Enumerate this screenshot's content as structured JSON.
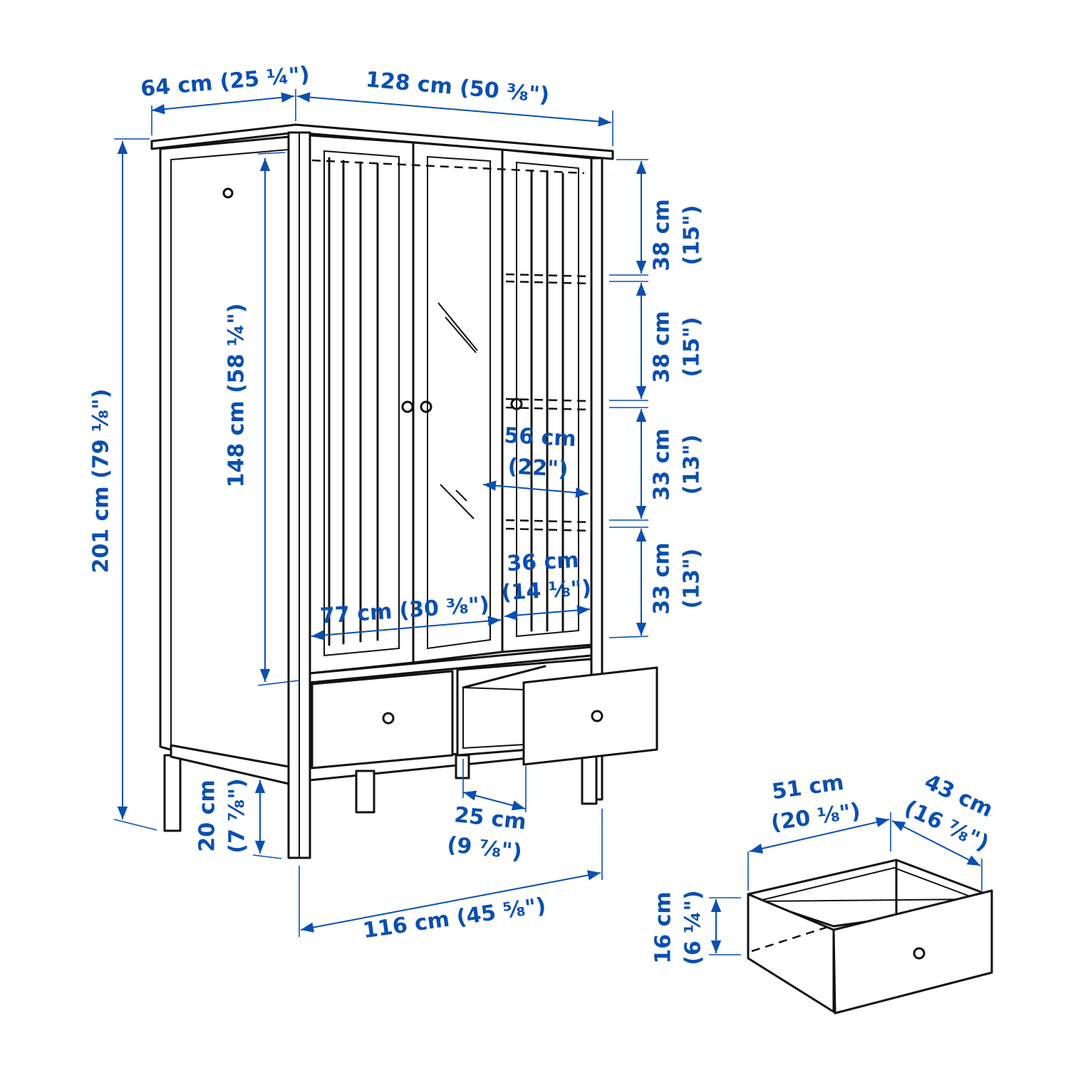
{
  "colors": {
    "dimension": "#0a4fb0",
    "line": "#111111",
    "background": "#ffffff"
  },
  "dimensions": {
    "depth": "64 cm (25 ¼\")",
    "width": "128 cm (50 ⅜\")",
    "height": "201 cm (79 ⅛\")",
    "door_height": "148 cm (58 ¼\")",
    "shelf_gap_1": {
      "cm": "38 cm",
      "in": "(15\")"
    },
    "shelf_gap_2": {
      "cm": "38 cm",
      "in": "(15\")"
    },
    "shelf_gap_3": {
      "cm": "33 cm",
      "in": "(13\")"
    },
    "shelf_gap_4": {
      "cm": "33 cm",
      "in": "(13\")"
    },
    "shelf_depth": {
      "cm": "56 cm",
      "in": "(22\")"
    },
    "shelf_width": {
      "cm": "36 cm",
      "in": "(14 ⅛\")"
    },
    "rail_width": "77 cm (30 ⅜\")",
    "leg_height": {
      "cm": "20 cm",
      "in": "(7 ⅞\")"
    },
    "drawer_extension": {
      "cm": "25 cm",
      "in": "(9 ⅞\")"
    },
    "inner_width": "116 cm (45 ⅝\")",
    "drawer_width": {
      "cm": "51 cm",
      "in": "(20 ⅛\")"
    },
    "drawer_depth": {
      "cm": "43 cm",
      "in": "(16 ⅞\")"
    },
    "drawer_height": {
      "cm": "16 cm",
      "in": "(6 ¼\")"
    }
  }
}
